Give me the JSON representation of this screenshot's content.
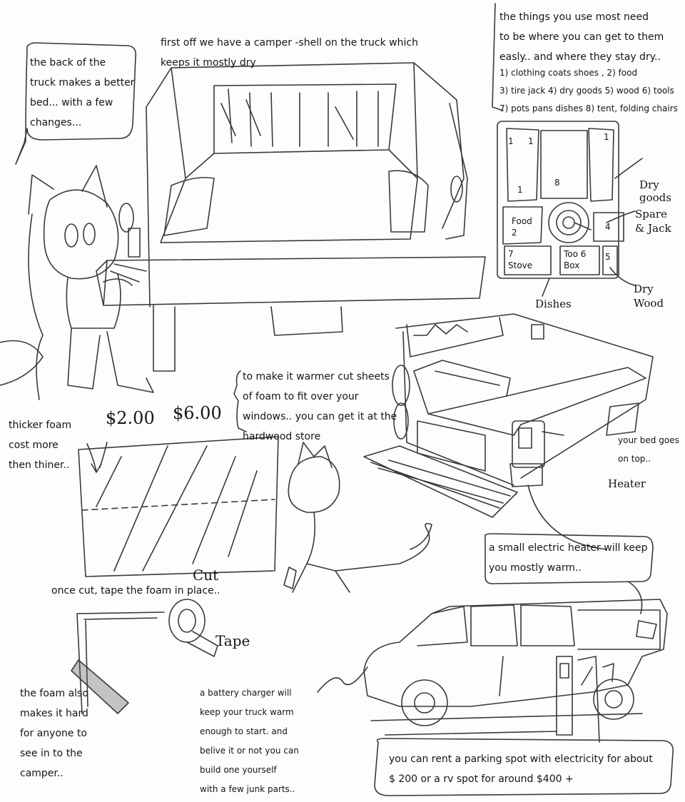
{
  "texts": {
    "camper_shell": "first off we have a camper -shell on the truck which\nkeeps it mostly dry",
    "back_bed": "the back of the\ntruck makes a better\nbed... with a few\nchanges...",
    "things_most": "the things you use most need\nto be where you can get to them\neasly.. and where they stay dry..",
    "list_1": "1) clothing coats shoes , 2) food",
    "list_2": "3) tire jack 4) dry goods 5) wood 6) tools",
    "list_3": "7) pots pans dishes 8) tent, folding chairs",
    "foam_warmer": "to make it warmer cut sheets\nof foam to fit over your\nwindows.. you can get it at the\nhardwood store",
    "thicker_foam": "thicker foam\ncost more\nthen thiner..",
    "bed_top": "your bed goes\non top..",
    "heater_text": "a small electric heater will keep\nyou mostly warm..",
    "tape_foam": "once cut, tape the foam  in place..",
    "foam_hard": "the foam also\nmakes it hard\nfor anyone to\nsee in to the\ncamper..",
    "battery": "a battery charger will\nkeep your truck warm\nenough to start. and\nbelive it or not you can\nbuild one yourself\nwith a few junk parts..",
    "parking": "you can rent a parking spot with electricity for about\n$ 200  or a rv spot for around $400 +"
  },
  "labels": {
    "dry_goods": "Dry\ngoods",
    "spare_jack": "Spare\n& Jack",
    "dishes": "Dishes",
    "dry_wood": "Dry\nWood",
    "heater": "Heater",
    "cut": "Cut",
    "tape": "Tape",
    "price_low": "$2.00",
    "price_high": "$6.00"
  },
  "diagram": {
    "n1a": "1",
    "n1b": "1",
    "n1c": "1",
    "n1d": "1",
    "n8": "8",
    "food": "Food\n2",
    "n4": "4",
    "stove": "7\nStove",
    "toolbox": "Too 6\nBox",
    "n5": "5"
  }
}
